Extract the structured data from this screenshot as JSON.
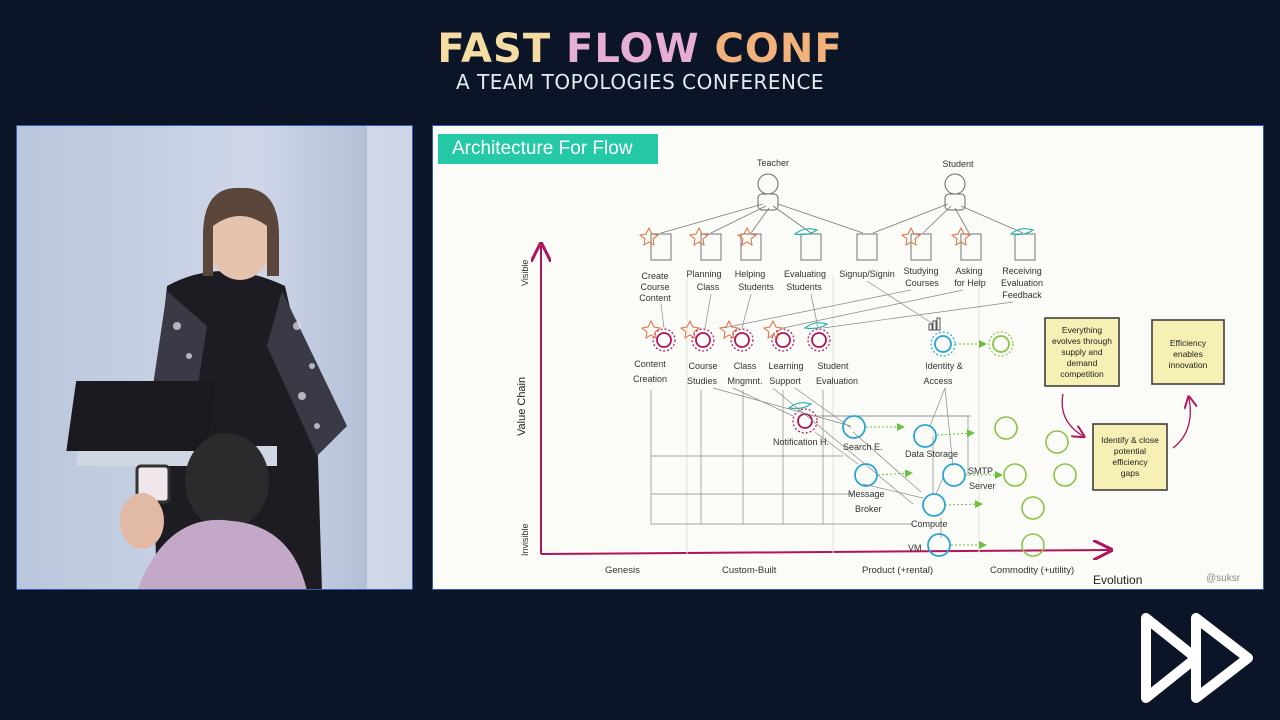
{
  "header": {
    "title_part1": "FAST",
    "title_part2": "FLOW",
    "title_part3": "CONF",
    "subtitle": "A TEAM TOPOLOGIES CONFERENCE",
    "colors": {
      "fast": "#f4dca2",
      "flow": "#e6aed2",
      "conf": "#f2b27c"
    }
  },
  "slide": {
    "title": "Architecture For Flow",
    "credit": "@suksr",
    "actors": [
      "Teacher",
      "Student"
    ],
    "needs": [
      [
        "Create",
        "Course",
        "Content"
      ],
      [
        "Planning",
        "Class"
      ],
      [
        "Helping",
        "Students"
      ],
      [
        "Evaluating",
        "Students"
      ],
      [
        "Signup/Signin"
      ],
      [
        "Studying",
        "Courses"
      ],
      [
        "Asking",
        "for Help"
      ],
      [
        "Receiving",
        "Evaluation",
        "Feedback"
      ]
    ],
    "capabilities": [
      [
        "Content",
        "Creation"
      ],
      [
        "Course",
        "Studies"
      ],
      [
        "Class",
        "Mngmnt."
      ],
      [
        "Learning",
        "Support"
      ],
      [
        "Student",
        "Evaluation"
      ],
      [
        "Identity &",
        "Access"
      ]
    ],
    "components": {
      "notification": "Notification H.",
      "search": "Search E.",
      "data_storage": "Data Storage",
      "smtp": [
        "SMTP",
        "Server"
      ],
      "message_broker": [
        "Message",
        "Broker"
      ],
      "compute": "Compute",
      "vm": "VM"
    },
    "axis": {
      "y_label": "Value Chain",
      "y_top": "Visible",
      "y_bottom": "Invisible",
      "x_label": "Evolution",
      "stages": [
        "Genesis",
        "Custom-Built",
        "Product (+rental)",
        "Commodity (+utility)"
      ]
    },
    "notes": {
      "note1": [
        "Everything",
        "evolves through",
        "supply and",
        "demand",
        "competition"
      ],
      "note2": [
        "Efficiency",
        "enables",
        "innovation"
      ],
      "note3": [
        "Identify & close",
        "potential",
        "efficiency",
        "gaps"
      ]
    }
  }
}
